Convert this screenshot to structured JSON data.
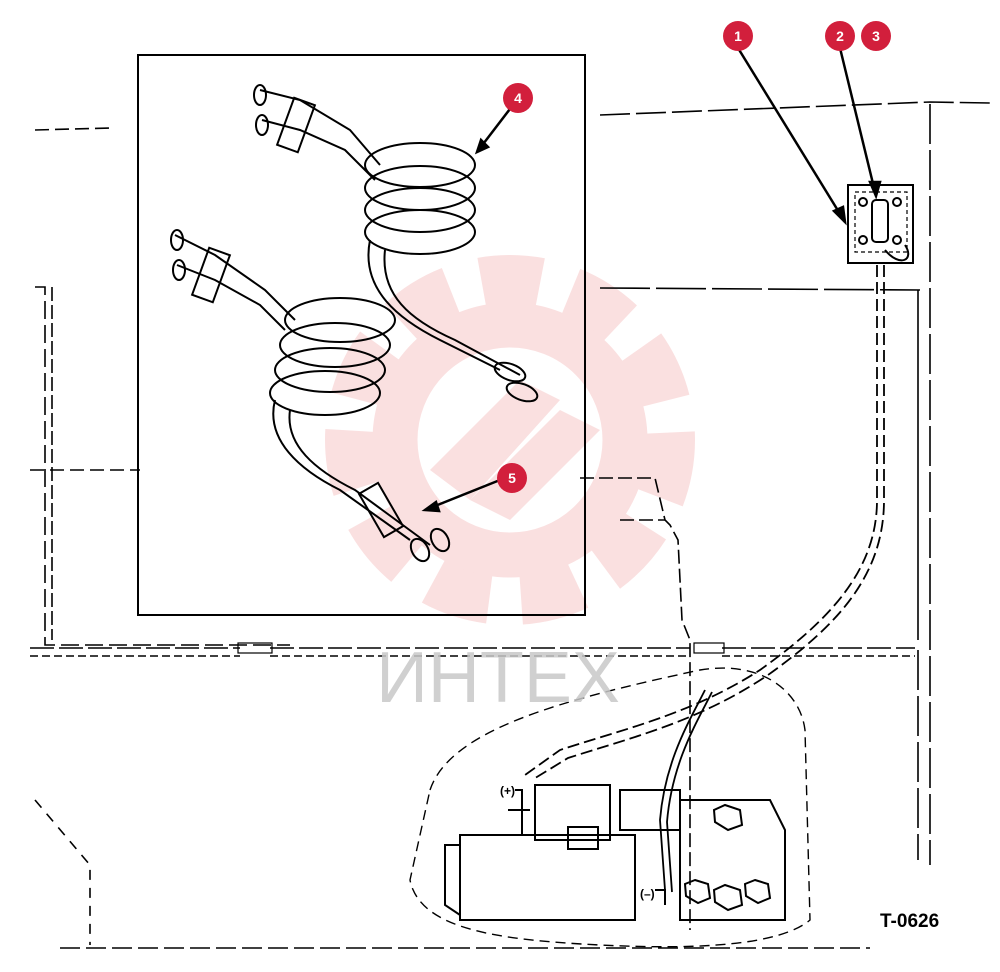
{
  "drawing_id": "T-0626",
  "watermark": "ИНТЕХ",
  "terminal_labels": {
    "positive": "(+)",
    "negative": "(–)"
  },
  "callouts": [
    {
      "label": "1"
    },
    {
      "label": "2"
    },
    {
      "label": "3"
    },
    {
      "label": "4"
    },
    {
      "label": "5"
    }
  ],
  "colors": {
    "callout_fill": "#d21f3c",
    "watermark": "#f2a7a7",
    "ink": "#000000"
  }
}
